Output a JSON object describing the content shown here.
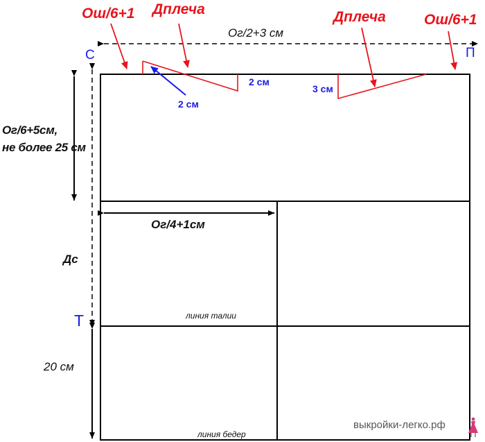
{
  "colors": {
    "line": "#000000",
    "accent_red": "#e8141c",
    "accent_blue": "#1a1ae6"
  },
  "labels": {
    "osh_left": "Ош/6+1",
    "osh_right": "Ош/6+1",
    "dpl_left": "Дплеча",
    "dpl_right": "Дплеча",
    "width_top": "Ог/2+3 см",
    "letter_s": "С",
    "letter_p": "П",
    "cm2_a": "2 см",
    "cm2_b": "2 см",
    "cm3": "3 см",
    "armhole_line1": "Ог/6+5см,",
    "armhole_line2": "не более 25 см",
    "og4": "Ог/4+1см",
    "ds": "Дс",
    "letter_t": "Т",
    "waist_line": "линия талии",
    "cm20": "20 см",
    "hip_line": "линия бедер",
    "watermark": "выкройки-легко.рф"
  },
  "icons": {
    "watermark_icon": "dress-icon"
  }
}
